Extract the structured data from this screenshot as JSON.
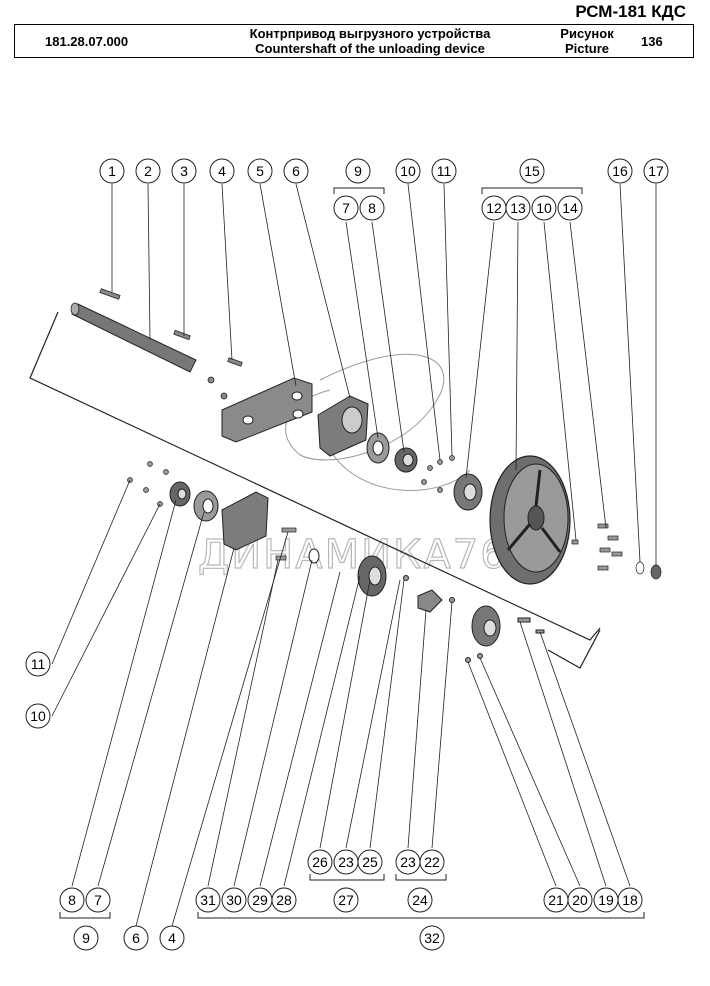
{
  "header": {
    "model": "РСМ-181 КДС",
    "part_code": "181.28.07.000",
    "title_ru": "Контрпривод выгрузного устройства",
    "title_en": "Countershaft of the unloading device",
    "picture_ru": "Рисунок",
    "picture_en": "Picture",
    "picture_number": "136"
  },
  "watermark": "ДИНАМИКА76",
  "callouts": {
    "top": [
      "1",
      "2",
      "3",
      "4",
      "5",
      "6",
      "9",
      "7",
      "8",
      "10",
      "11",
      "15",
      "12",
      "13",
      "10",
      "14",
      "16",
      "17"
    ],
    "left": [
      "11",
      "10"
    ],
    "bottom": [
      "8",
      "7",
      "9",
      "6",
      "4",
      "31",
      "30",
      "29",
      "28",
      "26",
      "23",
      "25",
      "27",
      "23",
      "22",
      "24",
      "21",
      "20",
      "19",
      "18",
      "32"
    ]
  }
}
